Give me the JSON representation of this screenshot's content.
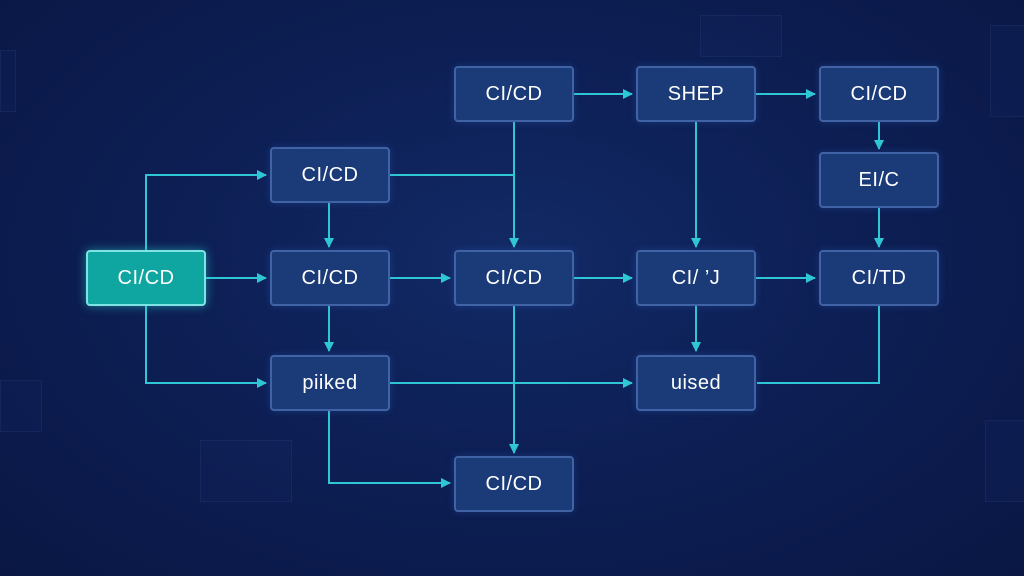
{
  "colors": {
    "background": "#0c1b4d",
    "node_fill": "#1a3a78",
    "node_border": "#3f63a4",
    "active_fill": "#0fa5a0",
    "connector": "#2fc6d6",
    "text": "#ffffff"
  },
  "nodes": [
    {
      "id": "n1",
      "label": "CI/CD"
    },
    {
      "id": "n2",
      "label": "SHEP"
    },
    {
      "id": "n3",
      "label": "CI/CD"
    },
    {
      "id": "n4",
      "label": "CI/CD"
    },
    {
      "id": "n5",
      "label": "EI/C"
    },
    {
      "id": "n6",
      "label": "CI/CD",
      "active": true
    },
    {
      "id": "n7",
      "label": "CI/CD"
    },
    {
      "id": "n8",
      "label": "CI/CD"
    },
    {
      "id": "n9",
      "label": "CI/ ’J"
    },
    {
      "id": "n10",
      "label": "CI/TD"
    },
    {
      "id": "n11",
      "label": "piiked"
    },
    {
      "id": "n12",
      "label": "uised"
    },
    {
      "id": "n13",
      "label": "CI/CD"
    }
  ]
}
